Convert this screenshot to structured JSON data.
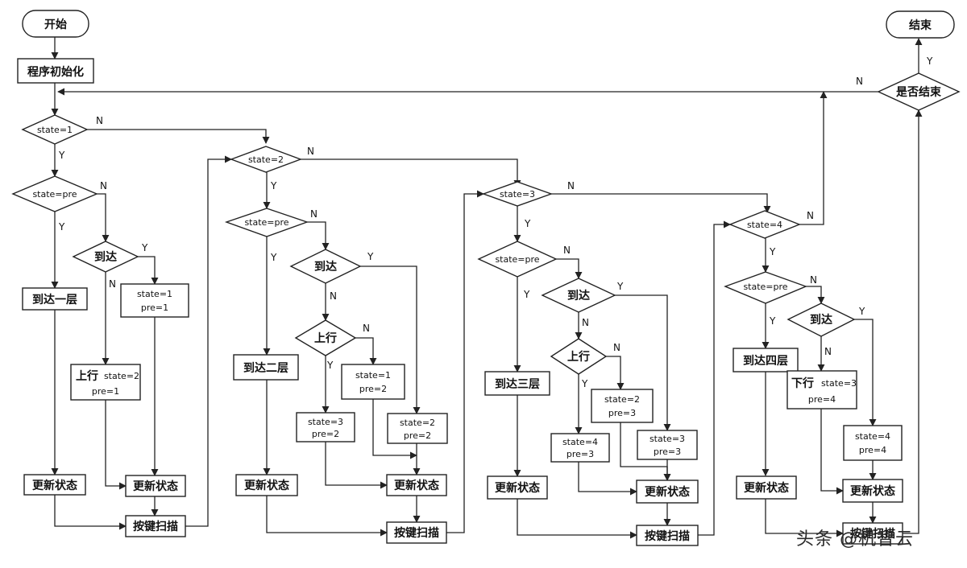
{
  "yes": "Y",
  "no": "N",
  "start": "开始",
  "end": "结束",
  "init": "程序初始化",
  "is_end": "是否结束",
  "arrive": "到达",
  "up": "上行",
  "down": "下行",
  "update": "更新状态",
  "scan": "按键扫描",
  "s1": {
    "cond": "state=1",
    "pre_cond": "state=pre",
    "floor": "到达一层",
    "set_a1": "state=1",
    "set_a2": "pre=1",
    "set_up1": "state=2",
    "set_up2": "pre=1"
  },
  "s2": {
    "cond": "state=2",
    "pre_cond": "state=pre",
    "floor": "到达二层",
    "set_a1": "state=1",
    "set_a2": "pre=2",
    "set_up1": "state=3",
    "set_up2": "pre=2",
    "set_dn1": "state=2",
    "set_dn2": "pre=2"
  },
  "s3": {
    "cond": "state=3",
    "pre_cond": "state=pre",
    "floor": "到达三层",
    "set_a1": "state=2",
    "set_a2": "pre=3",
    "set_up1": "state=4",
    "set_up2": "pre=3",
    "set_dn1": "state=3",
    "set_dn2": "pre=3"
  },
  "s4": {
    "cond": "state=4",
    "pre_cond": "state=pre",
    "floor": "到达四层",
    "set_dn1": "state=3",
    "set_dn2": "pre=4",
    "set_a1": "state=4",
    "set_a2": "pre=4"
  },
  "watermark": "头条 @机智云"
}
